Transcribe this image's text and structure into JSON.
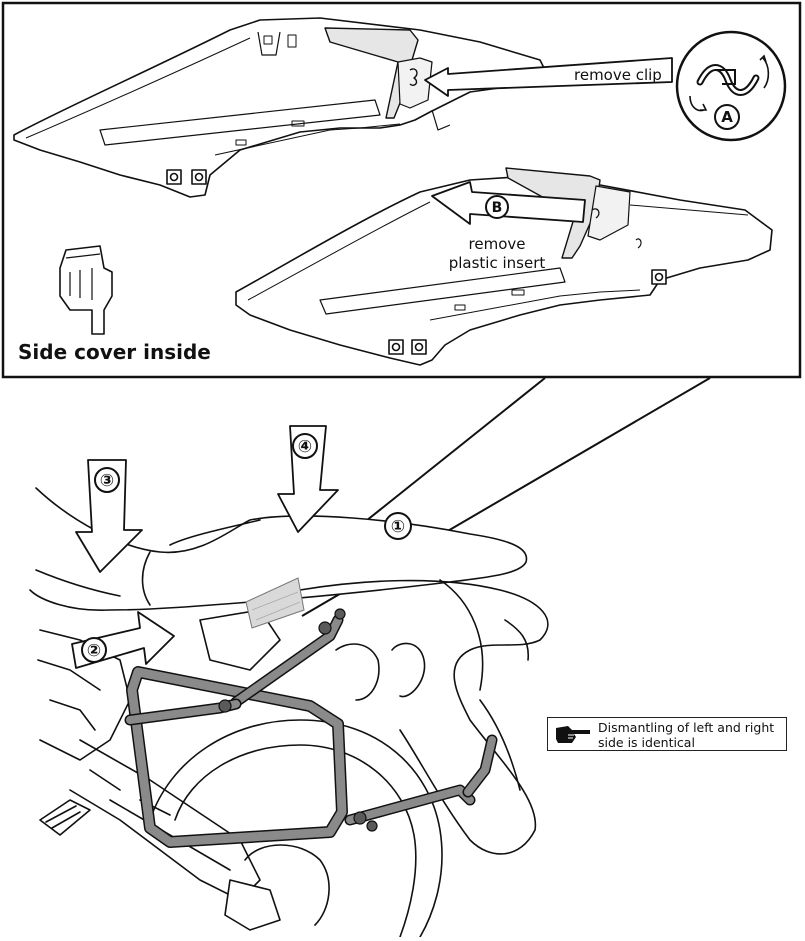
{
  "callouts": {
    "remove_clip": "remove clip",
    "remove_plastic_insert_line1": "remove",
    "remove_plastic_insert_line2": "plastic insert",
    "side_cover_inside": "Side cover inside"
  },
  "step_markers": {
    "a": "A",
    "b": "B",
    "one": "①",
    "two": "②",
    "three": "③",
    "four": "④"
  },
  "note": {
    "text": "Dismantling of left and right side is identical",
    "icon": "pointing-hand-icon"
  },
  "colors": {
    "line": "#1a1a1a",
    "rack": "#8a8a8a",
    "rack_dark": "#5a5a5a",
    "clear_insert": "#d9d9d9"
  }
}
